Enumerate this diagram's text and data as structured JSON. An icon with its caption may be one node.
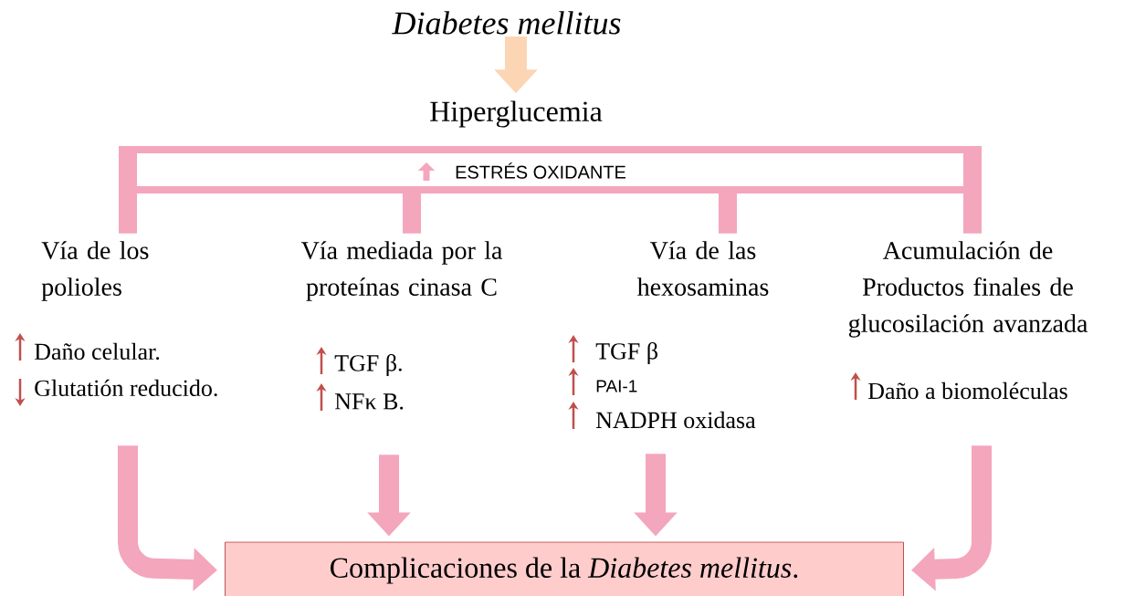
{
  "diagram": {
    "nodes": [
      {
        "text": [
          "Diabetes mellitus"
        ]
      },
      {
        "text": [
          "Hiperglucemia"
        ]
      },
      {
        "text": [
          "ESTRÉS OXIDANTE"
        ]
      },
      {
        "text": [
          "Vía de los polioles",
          "Daño celular.",
          "Glutatión reducido."
        ]
      },
      {
        "text": [
          "Vía mediada por la proteínas cinasa C",
          "TGF β.",
          "NFκ B."
        ]
      },
      {
        "text": [
          "Vía de las hexosaminas",
          "TGF β",
          "PAI-1",
          "NADPH oxidasa"
        ]
      },
      {
        "text": [
          "Acumulación de Productos finales de glucosilación avanzada",
          "Daño a biomoléculas"
        ]
      },
      {
        "text": [
          "Complicaciones de la *Diabetes mellitus*."
        ]
      }
    ],
    "edges": [
      {
        "from": 0,
        "to": 1,
        "arrow": "to",
        "color": "#fcd5b5"
      },
      {
        "from": 2,
        "to": 3,
        "arrow": "none"
      },
      {
        "from": 2,
        "to": 4,
        "arrow": "none"
      },
      {
        "from": 2,
        "to": 5,
        "arrow": "none"
      },
      {
        "from": 2,
        "to": 6,
        "arrow": "none"
      },
      {
        "from": 3,
        "to": 7,
        "arrow": "to"
      },
      {
        "from": 4,
        "to": 7,
        "arrow": "to"
      },
      {
        "from": 5,
        "to": 7,
        "arrow": "to"
      },
      {
        "from": 6,
        "to": 7,
        "arrow": "to"
      }
    ]
  }
}
